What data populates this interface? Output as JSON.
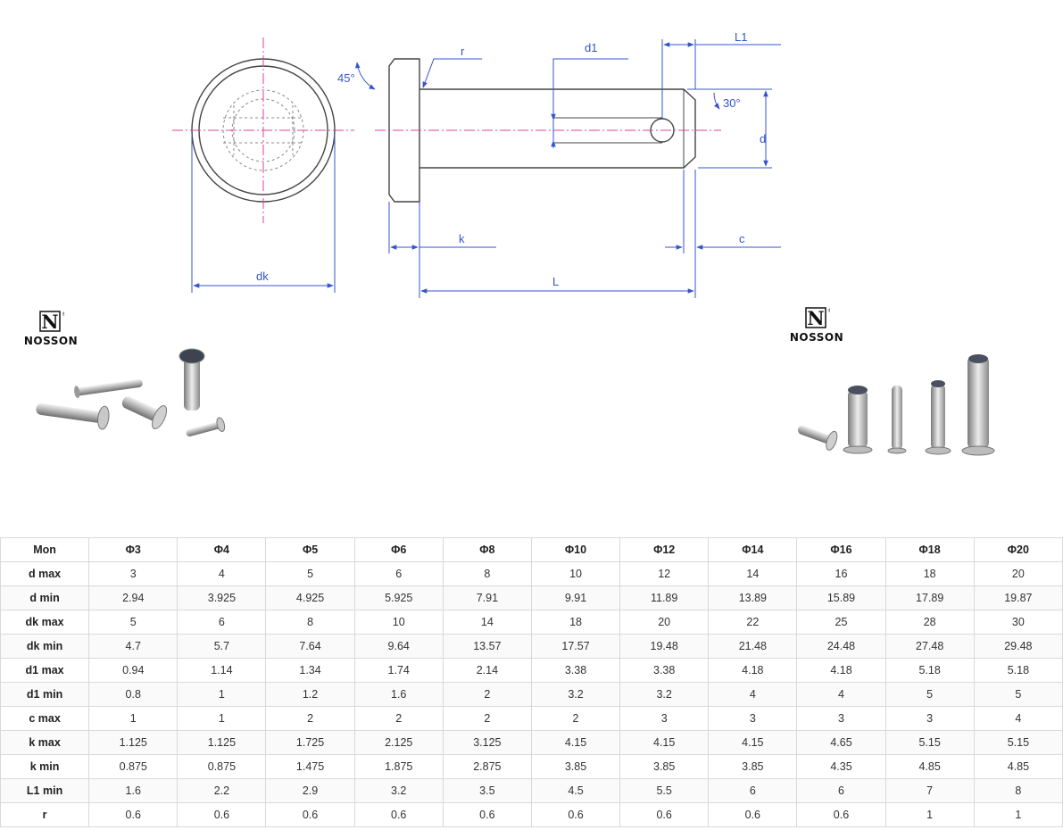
{
  "drawing": {
    "labels": {
      "angle_head": "45°",
      "radius": "r",
      "hole_dia": "d1",
      "end_len": "L1",
      "angle_tip": "30°",
      "diameter": "d",
      "head_height": "k",
      "chamfer": "c",
      "head_dia": "dk",
      "length": "L"
    }
  },
  "brand": {
    "name": "NOSSON",
    "letter": "N",
    "symbol": "®"
  },
  "table": {
    "header": [
      "Mon",
      "Φ3",
      "Φ4",
      "Φ5",
      "Φ6",
      "Φ8",
      "Φ10",
      "Φ12",
      "Φ14",
      "Φ16",
      "Φ18",
      "Φ20"
    ],
    "rows": [
      {
        "label": "d max",
        "values": [
          "3",
          "4",
          "5",
          "6",
          "8",
          "10",
          "12",
          "14",
          "16",
          "18",
          "20"
        ]
      },
      {
        "label": "d min",
        "values": [
          "2.94",
          "3.925",
          "4.925",
          "5.925",
          "7.91",
          "9.91",
          "11.89",
          "13.89",
          "15.89",
          "17.89",
          "19.87"
        ]
      },
      {
        "label": "dk max",
        "values": [
          "5",
          "6",
          "8",
          "10",
          "14",
          "18",
          "20",
          "22",
          "25",
          "28",
          "30"
        ]
      },
      {
        "label": "dk min",
        "values": [
          "4.7",
          "5.7",
          "7.64",
          "9.64",
          "13.57",
          "17.57",
          "19.48",
          "21.48",
          "24.48",
          "27.48",
          "29.48"
        ]
      },
      {
        "label": "d1 max",
        "values": [
          "0.94",
          "1.14",
          "1.34",
          "1.74",
          "2.14",
          "3.38",
          "3.38",
          "4.18",
          "4.18",
          "5.18",
          "5.18"
        ]
      },
      {
        "label": "d1 min",
        "values": [
          "0.8",
          "1",
          "1.2",
          "1.6",
          "2",
          "3.2",
          "3.2",
          "4",
          "4",
          "5",
          "5"
        ]
      },
      {
        "label": "c max",
        "values": [
          "1",
          "1",
          "2",
          "2",
          "2",
          "2",
          "3",
          "3",
          "3",
          "3",
          "4"
        ]
      },
      {
        "label": "k max",
        "values": [
          "1.125",
          "1.125",
          "1.725",
          "2.125",
          "3.125",
          "4.15",
          "4.15",
          "4.15",
          "4.65",
          "5.15",
          "5.15"
        ]
      },
      {
        "label": "k min",
        "values": [
          "0.875",
          "0.875",
          "1.475",
          "1.875",
          "2.875",
          "3.85",
          "3.85",
          "3.85",
          "4.35",
          "4.85",
          "4.85"
        ]
      },
      {
        "label": "L1 min",
        "values": [
          "1.6",
          "2.2",
          "2.9",
          "3.2",
          "3.5",
          "4.5",
          "5.5",
          "6",
          "6",
          "7",
          "8"
        ]
      },
      {
        "label": "r",
        "values": [
          "0.6",
          "0.6",
          "0.6",
          "0.6",
          "0.6",
          "0.6",
          "0.6",
          "0.6",
          "0.6",
          "1",
          "1"
        ]
      }
    ]
  },
  "colors": {
    "dimension": "#3355cc",
    "centerline": "#e0409a",
    "outline": "#444444"
  }
}
